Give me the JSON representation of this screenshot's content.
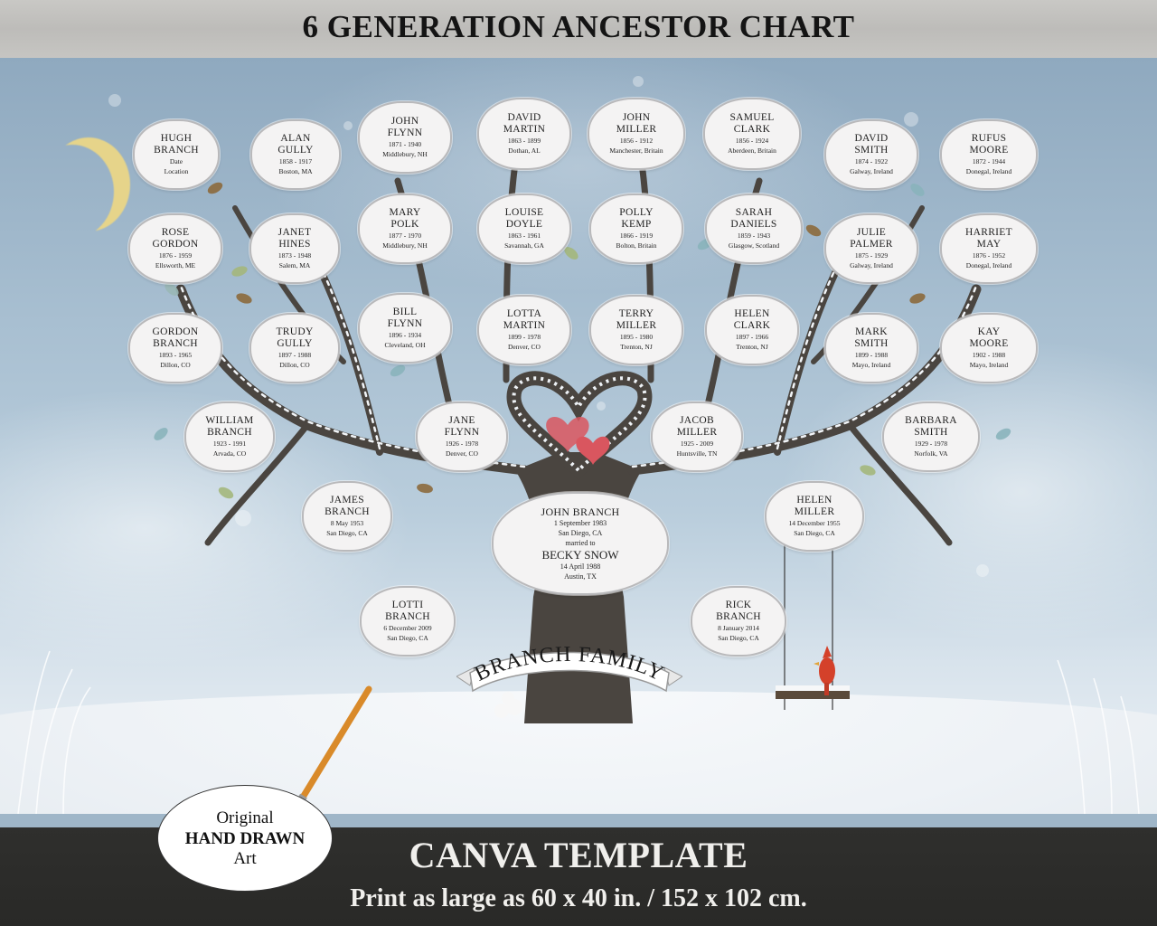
{
  "header": {
    "title": "6 GENERATION ANCESTOR CHART"
  },
  "footer": {
    "title": "CANVA TEMPLATE",
    "subtitle": "Print as large as 60 x 40 in. / 152 x 102 cm."
  },
  "badge": {
    "line1": "Original",
    "line2": "HAND DRAWN",
    "line3": "Art"
  },
  "banner": {
    "text": "BRANCH FAMILY"
  },
  "colors": {
    "sky": "#a8bfd1",
    "snow": "#eef2f6",
    "cloud_fill": "#f4f3f3",
    "cloud_border": "#b9b9bb",
    "trunk": "#4a4540",
    "moon": "#e6d48a",
    "heart": "#d9565f",
    "cardinal": "#d4412a",
    "header_band": "#c4c3c0",
    "footer_band": "#2c2c2a"
  },
  "nodes": {
    "g6": [
      {
        "name1": "HUGH",
        "name2": "BRANCH",
        "dates": "Date",
        "place": "Location"
      },
      {
        "name1": "ALAN",
        "name2": "GULLY",
        "dates": "1858 - 1917",
        "place": "Boston, MA"
      },
      {
        "name1": "JOHN",
        "name2": "FLYNN",
        "dates": "1871 - 1940",
        "place": "Middlebury, NH"
      },
      {
        "name1": "DAVID",
        "name2": "MARTIN",
        "dates": "1863 - 1899",
        "place": "Dothan, AL"
      },
      {
        "name1": "JOHN",
        "name2": "MILLER",
        "dates": "1856 - 1912",
        "place": "Manchester, Britain"
      },
      {
        "name1": "SAMUEL",
        "name2": "CLARK",
        "dates": "1856 - 1924",
        "place": "Aberdeen, Britain"
      },
      {
        "name1": "DAVID",
        "name2": "SMITH",
        "dates": "1874 - 1922",
        "place": "Galway, Ireland"
      },
      {
        "name1": "RUFUS",
        "name2": "MOORE",
        "dates": "1872 - 1944",
        "place": "Donegal, Ireland"
      }
    ],
    "g5": [
      {
        "name1": "ROSE",
        "name2": "GORDON",
        "dates": "1876 - 1959",
        "place": "Ellsworth, ME"
      },
      {
        "name1": "JANET",
        "name2": "HINES",
        "dates": "1873 - 1948",
        "place": "Salem, MA"
      },
      {
        "name1": "MARY",
        "name2": "POLK",
        "dates": "1877 - 1970",
        "place": "Middlebury, NH"
      },
      {
        "name1": "LOUISE",
        "name2": "DOYLE",
        "dates": "1863 - 1961",
        "place": "Savannah, GA"
      },
      {
        "name1": "POLLY",
        "name2": "KEMP",
        "dates": "1866 - 1919",
        "place": "Bolton, Britain"
      },
      {
        "name1": "SARAH",
        "name2": "DANIELS",
        "dates": "1859 - 1943",
        "place": "Glasgow, Scotland"
      },
      {
        "name1": "JULIE",
        "name2": "PALMER",
        "dates": "1875 - 1929",
        "place": "Galway, Ireland"
      },
      {
        "name1": "HARRIET",
        "name2": "MAY",
        "dates": "1876 - 1952",
        "place": "Donegal, Ireland"
      }
    ],
    "g4": [
      {
        "name1": "GORDON",
        "name2": "BRANCH",
        "dates": "1893 - 1965",
        "place": "Dillon, CO"
      },
      {
        "name1": "TRUDY",
        "name2": "GULLY",
        "dates": "1897 - 1988",
        "place": "Dillon, CO"
      },
      {
        "name1": "BILL",
        "name2": "FLYNN",
        "dates": "1896 - 1934",
        "place": "Cleveland, OH"
      },
      {
        "name1": "LOTTA",
        "name2": "MARTIN",
        "dates": "1899 - 1978",
        "place": "Denver, CO"
      },
      {
        "name1": "TERRY",
        "name2": "MILLER",
        "dates": "1895 - 1980",
        "place": "Trenton, NJ"
      },
      {
        "name1": "HELEN",
        "name2": "CLARK",
        "dates": "1897 - 1966",
        "place": "Trenton, NJ"
      },
      {
        "name1": "MARK",
        "name2": "SMITH",
        "dates": "1899 - 1988",
        "place": "Mayo, Ireland"
      },
      {
        "name1": "KAY",
        "name2": "MOORE",
        "dates": "1902 - 1988",
        "place": "Mayo, Ireland"
      }
    ],
    "g3": [
      {
        "name1": "WILLIAM",
        "name2": "BRANCH",
        "dates": "1923 - 1991",
        "place": "Arvada, CO"
      },
      {
        "name1": "JANE",
        "name2": "FLYNN",
        "dates": "1926 - 1978",
        "place": "Denver, CO"
      },
      {
        "name1": "JACOB",
        "name2": "MILLER",
        "dates": "1925 - 2009",
        "place": "Huntsville, TN"
      },
      {
        "name1": "BARBARA",
        "name2": "SMITH",
        "dates": "1929 - 1978",
        "place": "Norfolk, VA"
      }
    ],
    "g2": [
      {
        "name1": "JAMES",
        "name2": "BRANCH",
        "dates": "8 May 1953",
        "place": "San Diego, CA"
      },
      {
        "name1": "HELEN",
        "name2": "MILLER",
        "dates": "14 December 1955",
        "place": "San Diego, CA"
      }
    ],
    "center": {
      "name": "JOHN BRANCH",
      "birth": "1 September 1983",
      "birth_place": "San Diego, CA",
      "married_label": "married to",
      "spouse": "BECKY SNOW",
      "spouse_birth": "14 April 1988",
      "spouse_place": "Austin, TX"
    },
    "children": [
      {
        "name1": "LOTTI",
        "name2": "BRANCH",
        "dates": "6 December 2009",
        "place": "San Diego, CA"
      },
      {
        "name1": "RICK",
        "name2": "BRANCH",
        "dates": "8 January 2014",
        "place": "San Diego, CA"
      }
    ]
  }
}
